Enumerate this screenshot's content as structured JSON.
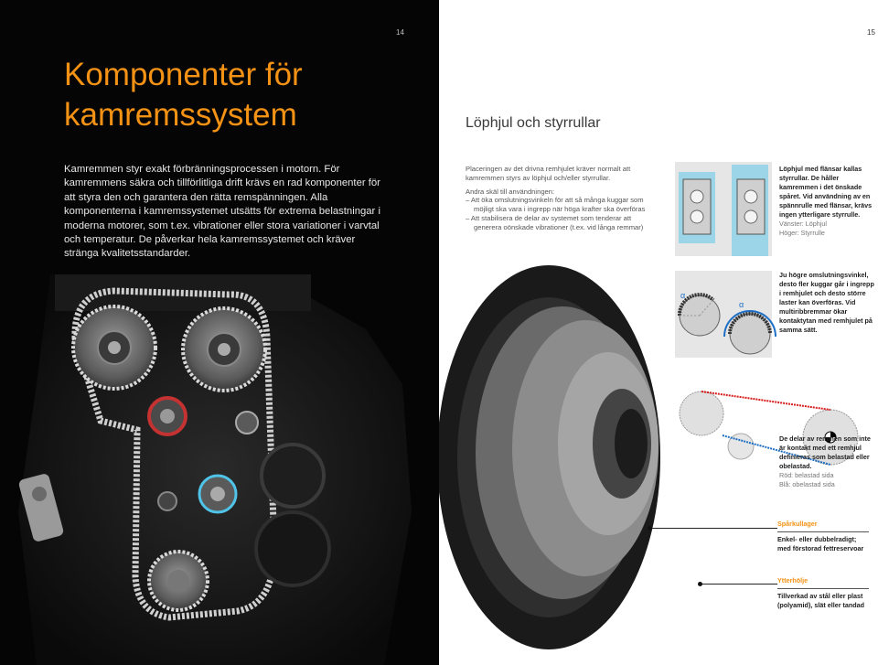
{
  "left_page": {
    "page_number": "14",
    "title_line1": "Komponenter för",
    "title_line2": "kamremssystem",
    "intro": "Kamremmen styr exakt förbränningsprocessen i motorn. För kamremmens säkra och tillförlitliga drift krävs en rad komponenter för att styra den och garantera den rätta remspänningen. Alla komponenterna i kamremssystemet utsätts för extrema belastningar i moderna motorer, som t.ex. vibrationer eller stora variationer i varvtal och temperatur. De påverkar hela kamremssystemet och kräver stränga kvalitetsstandarder."
  },
  "right_page": {
    "page_number": "15",
    "title": "Löphjul och styrrullar",
    "body_p1": "Placeringen av det drivna remhjulet kräver normalt att kamremmen styrs av löphjul och/eller styrrullar.",
    "body_p2": "Andra skäl till användningen:",
    "bullets": [
      "– Att öka omslutningsvinkeln för att så många kuggar som möjligt ska vara i ingrepp när höga krafter ska överföras",
      "– Att stabilisera de delar av systemet som tenderar att generera oönskade vibrationer (t.ex. vid långa remmar)"
    ],
    "caption1": {
      "bold": "Löphjul med flänsar kallas styrrullar. De håller kamremmen i det önskade spåret. Vid användning av en spännrulle med flänsar, krävs ingen ytterligare styrrulle.",
      "sub1": "Vänster: Löphjul",
      "sub2": "Höger: Styrrulle"
    },
    "caption2": {
      "bold": "Ju högre omslutningsvinkel, desto fler kuggar går i ingrepp i remhjulet och desto större laster kan överföras. Vid multiribbremmar ökar kontaktytan med remhjulet på samma sätt."
    },
    "alpha": "α",
    "caption3": {
      "bold": "De delar av remmen som inte är kontakt med ett remhjul definieras som belastad eller obelastad.",
      "sub1": "Röd: belastad sida",
      "sub2": "Blå: obelastad sida"
    },
    "parts": [
      {
        "heading": "Spårkullager",
        "body": "Enkel- eller dubbelradigt; med förstorad fettreservoar"
      },
      {
        "heading": "Ytterhölje",
        "body": "Tillverkad av stål eller plast (polyamid), slät eller tandad"
      }
    ]
  },
  "colors": {
    "accent": "#f39214",
    "loaded": "#d81c1c",
    "unloaded": "#1e6fc4",
    "belt_cyan": "#4fc3e8"
  }
}
